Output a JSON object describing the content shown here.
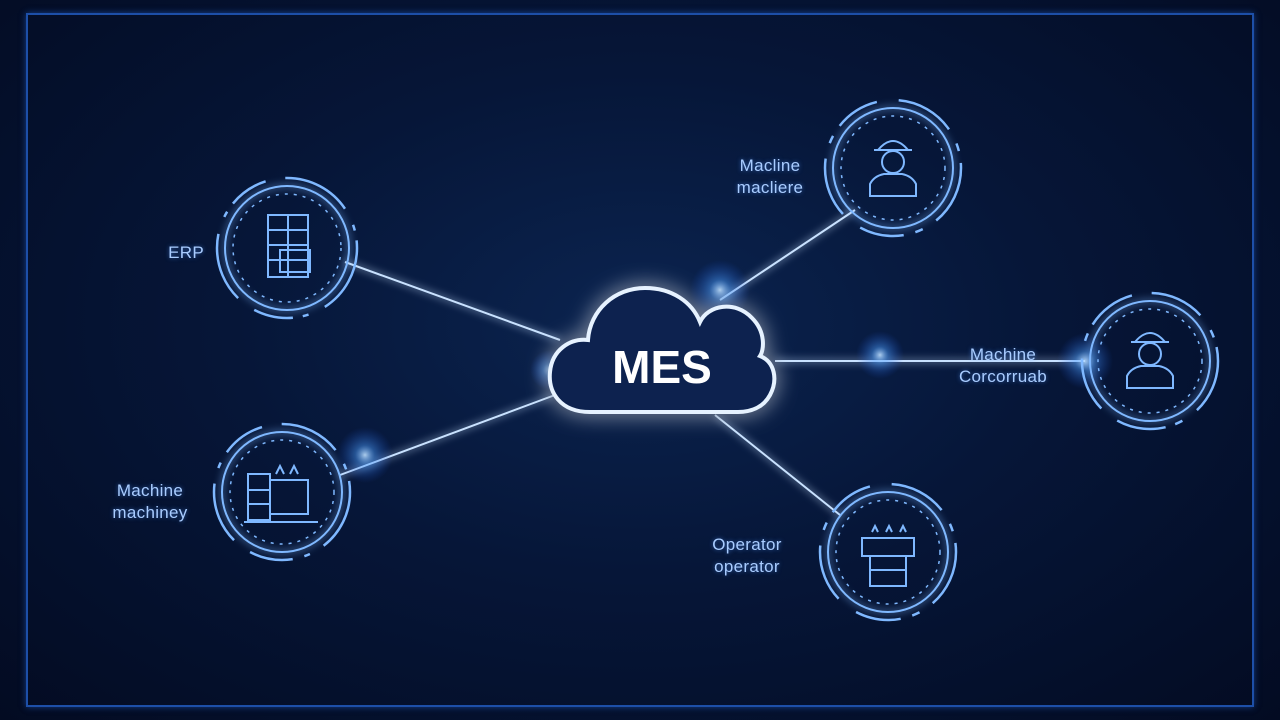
{
  "diagram": {
    "hub": {
      "label": "MES"
    },
    "nodes": [
      {
        "id": "erp",
        "label_lines": [
          "ERP"
        ],
        "icon": "server-rack-icon"
      },
      {
        "id": "machine-top",
        "label_lines": [
          "Macline",
          "macliere"
        ],
        "icon": "worker-icon"
      },
      {
        "id": "machine-right",
        "label_lines": [
          "Machine",
          "Corcorruab"
        ],
        "icon": "worker-icon"
      },
      {
        "id": "machine-left",
        "label_lines": [
          "Machine",
          "machiney"
        ],
        "icon": "factory-machine-icon"
      },
      {
        "id": "operator",
        "label_lines": [
          "Operator",
          "operator"
        ],
        "icon": "machine-box-icon"
      }
    ]
  },
  "colors": {
    "background": "#061638",
    "frame": "#1d4fa8",
    "glow": "#5fb0ff",
    "line": "#c9e2ff",
    "icon": "#8fc4ff",
    "text": "#a9ccff"
  }
}
